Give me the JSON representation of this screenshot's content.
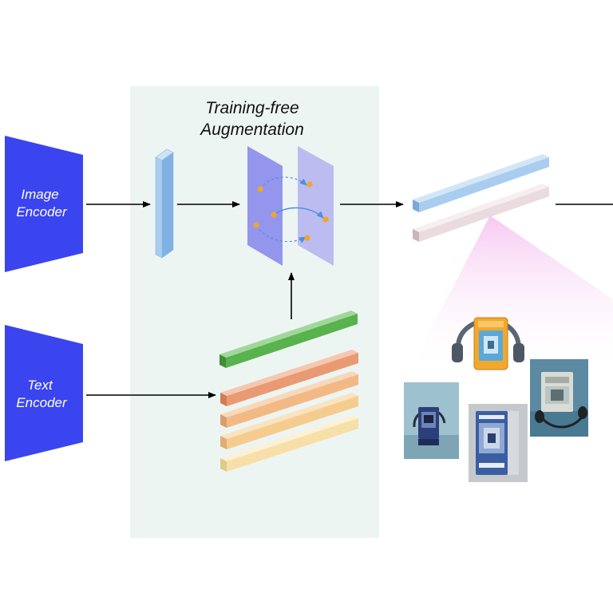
{
  "diagram": {
    "image_encoder": {
      "line1": "Image",
      "line2": "Encoder"
    },
    "text_encoder": {
      "line1": "Text",
      "line2": "Encoder"
    },
    "augmentation": {
      "line1": "Training-free",
      "line2": "Augmentation"
    }
  },
  "colors": {
    "encoder": "#3a45f0",
    "panel": "#edf5f3",
    "image_feature": "#a9cdee",
    "plane_front": "#9396ec",
    "plane_back": "#bcbcf1",
    "point": "#f0a628",
    "flow_arrow": "#4d8fe0",
    "text_green": "#58b24d",
    "text_orange": "#e99a72",
    "text_peach": "#f2b985",
    "text_light_orange": "#f6cc8e",
    "text_yellow": "#f7dc9e",
    "text_cream": "#f4e6b6",
    "out_blue": "#a9cdee",
    "out_pink": "#eadbdf",
    "cone": "#f4b8ef"
  },
  "icons": [
    "walkman-headphones-icon",
    "walkman-photo-blue",
    "walkman-photo-sony",
    "walkman-photo-silver"
  ]
}
